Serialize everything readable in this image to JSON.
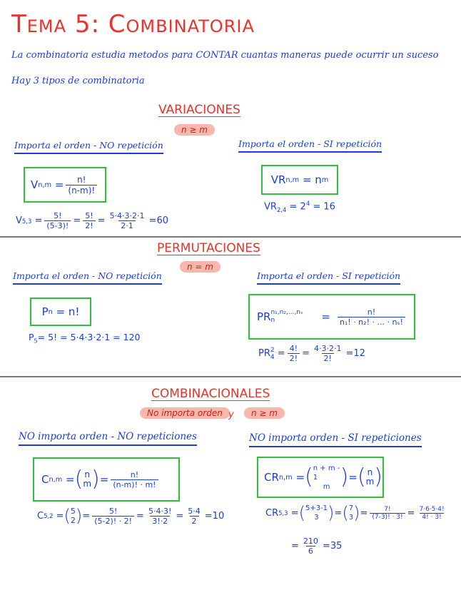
{
  "title": "Tema 5: Combinatoria",
  "intro": {
    "line1": "La combinatoria estudia metodos para CONTAR cuantas maneras puede ocurrir un suceso",
    "line2": "Hay 3 tipos de combinatoria"
  },
  "variaciones": {
    "heading": "VARIACIONES",
    "condition": "n ≥ m",
    "left": {
      "subtitle": "Importa el orden - NO repetición",
      "formula_lhs": "V",
      "formula_sub": "n,m",
      "num": "n!",
      "den": "(n-m)!",
      "example_lhs": "V",
      "example_sub": "5,3",
      "ex_num1": "5!",
      "ex_den1": "(5-3)!",
      "ex_num2": "5!",
      "ex_den2": "2!",
      "ex_num3": "5·4·3·2·1",
      "ex_den3": "2·1",
      "ex_result": "60"
    },
    "right": {
      "subtitle": "Importa el orden - SI repetición",
      "formula_lhs": "VR",
      "formula_sub": "n,m",
      "formula_rhs": "n",
      "formula_sup": "m",
      "example_lhs": "VR",
      "example_sub": "2,4",
      "example_rhs": "2",
      "example_sup": "4",
      "example_result": "16"
    }
  },
  "permutaciones": {
    "heading": "PERMUTACIONES",
    "condition": "n = m",
    "left": {
      "subtitle": "Importa el orden - NO repetición",
      "formula_lhs": "P",
      "formula_sub": "n",
      "formula_rhs": "n!",
      "example": "P",
      "example_sub": "5",
      "example_rest": "= 5! = 5·4·3·2·1 = 120"
    },
    "right": {
      "subtitle": "Importa el orden - SI repetición",
      "formula_lhs": "PR",
      "formula_sub": "n",
      "formula_sup": "n₁,n₂,...,nₛ",
      "num": "n!",
      "den": "n₁! · n₂! · ... · nₛ!",
      "example_lhs": "PR",
      "example_sub": "4",
      "example_sup": "2",
      "ex_num1": "4!",
      "ex_den1": "2!",
      "ex_num2": "4·3·2·1",
      "ex_den2": "2!",
      "ex_result": "12"
    }
  },
  "combinacionales": {
    "heading": "COMBINACIONALES",
    "condition1": "No importa orden",
    "connector": "y",
    "condition2": "n ≥ m",
    "left": {
      "subtitle": "NO importa orden - NO repeticiones",
      "formula_lhs": "C",
      "formula_sub": "n,m",
      "binom_top": "n",
      "binom_bottom": "m",
      "num": "n!",
      "den": "(n-m)! · m!",
      "example_lhs": "C",
      "example_sub": "5,2",
      "ex_binom_top": "5",
      "ex_binom_bottom": "2",
      "ex_num1": "5!",
      "ex_den1": "(5-2)! · 2!",
      "ex_num2": "5·4·3!",
      "ex_den2": "3!·2",
      "ex_num3": "5·4",
      "ex_den3": "2",
      "ex_result": "10"
    },
    "right": {
      "subtitle": "NO importa orden - SI repeticiones",
      "formula_lhs": "CR",
      "formula_sub": "n,m",
      "binom1_top": "n + m - 1",
      "binom1_bottom": "m",
      "binom2_top": "n",
      "binom2_bottom": "m",
      "example_lhs": "CR",
      "example_sub": "5,3",
      "ex_b1_top": "5+3-1",
      "ex_b1_bottom": "3",
      "ex_b2_top": "7",
      "ex_b2_bottom": "3",
      "ex_num1": "7!",
      "ex_den1": "(7-3)! · 3!",
      "ex_num2": "7·6·5·4!",
      "ex_den2": "4! · 3!",
      "ex_num3": "210",
      "ex_den3": "6",
      "ex_result": "35"
    }
  },
  "colors": {
    "red": "#e8322a",
    "blue": "#1a3fd6",
    "green_box": "#2fbf3a",
    "pill": "#f7b7ad"
  }
}
